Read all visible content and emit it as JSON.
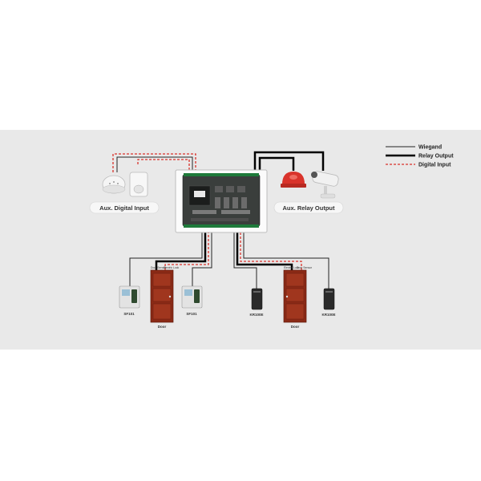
{
  "legend": {
    "wiegand": "Wiegand",
    "relay_output": "Relay Output",
    "digital_input": "Digital Input"
  },
  "labels": {
    "aux_digital_input": "Aux. Digital Input",
    "aux_relay_output": "Aux. Relay Output"
  },
  "left_group": {
    "reader_left": "SF101",
    "reader_right": "SF101",
    "door": "Door",
    "door_sensor": "Door Sensor",
    "electric_lock": "Electric Lock"
  },
  "right_group": {
    "reader_left": "KR100E",
    "reader_right": "KR100E",
    "door": "Door",
    "electric_lock": "Electric Lock",
    "door_sensor": "Door Sensor"
  },
  "colors": {
    "panel_bg": "#e9e9e9",
    "wiegand": "#222222",
    "relay": "#000000",
    "digital_input": "#d9332b",
    "door_wood": "#8b2a16"
  }
}
